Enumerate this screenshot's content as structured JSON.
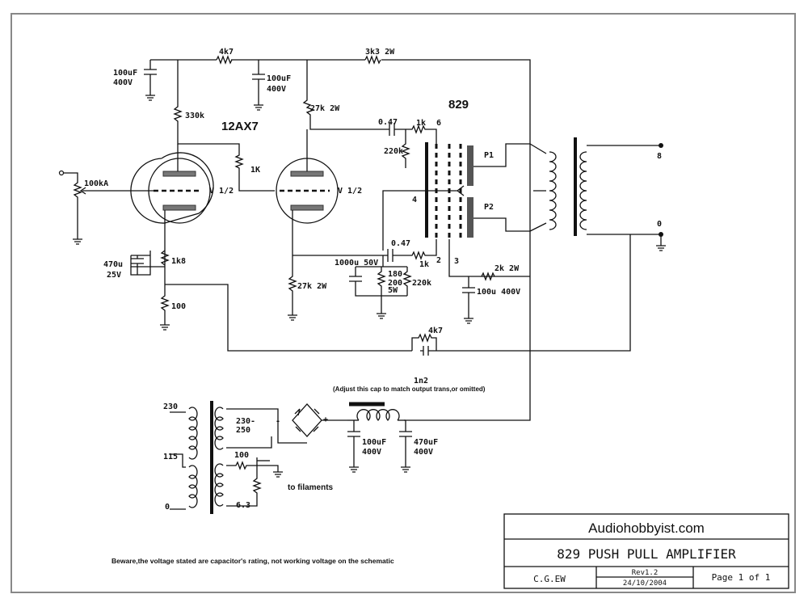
{
  "schematic": {
    "tube_driver": "12AX7",
    "tube_output": "829",
    "tube_section_label": "V 1/2",
    "volume_pot": "100kA",
    "labels": {
      "r_4k7_top": "4k7",
      "r_3k3": "3k3 2W",
      "c_100uF_a": "100uF",
      "c_400V_a": "400V",
      "c_100uF_b": "100uF",
      "c_400V_b": "400V",
      "r_330k": "330k",
      "r_27k_top": "27k 2W",
      "r_1k_coupling": "1K",
      "c_047_top": "0.47",
      "r_1k_grid_top": "1k",
      "r_220k_top": "220k",
      "pin_6": "6",
      "pin_4": "4",
      "pin_2": "2",
      "pin_3": "3",
      "plate_p1": "P1",
      "plate_p2": "P2",
      "out_8": "8",
      "out_0": "0",
      "c_470u": "470u",
      "c_25V": "25V",
      "r_1k8": "1k8",
      "r_100_cathode": "100",
      "r_27k_bottom": "27k 2W",
      "c_047_bottom": "0.47",
      "r_1k_grid_bottom": "1k",
      "c_1000u": "1000u 50V",
      "r_180_200": "180-",
      "r_200": "200",
      "r_5W": "5W",
      "r_220k_bottom": "220k",
      "r_2k": "2k 2W",
      "c_100u_400": "100u 400V",
      "r_4k7_fb": "4k7",
      "c_1n2": "1n2",
      "fb_note": "(Adjust this cap to match output trans,or omitted)",
      "pt_230": "230",
      "pt_115": "115",
      "pt_0": "0",
      "pt_sec_a": "230-",
      "pt_sec_b": "250",
      "r_100_fil": "100",
      "fil_63": "6.3",
      "to_filaments": "to filaments",
      "rect_minus": "-",
      "rect_plus": "+",
      "c_psu1": "100uF",
      "c_psu1_v": "400V",
      "c_psu2": "470uF",
      "c_psu2_v": "400V"
    },
    "warning": "Beware,the voltage stated are capacitor's rating, not working voltage on the schematic"
  },
  "title_block": {
    "site": "Audiohobbyist.com",
    "title": "829 PUSH PULL AMPLIFIER",
    "author": "C.G.EW",
    "revision": "Rev1.2",
    "date": "24/10/2004",
    "page": "Page 1 of 1"
  }
}
